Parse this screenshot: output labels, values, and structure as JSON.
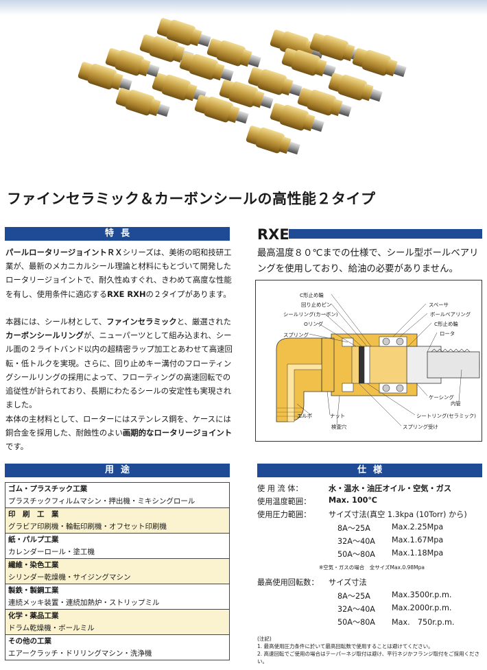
{
  "page": {
    "heading": "ファインセラミック＆カーボンシールの高性能２タイプ"
  },
  "features": {
    "title": "特長",
    "paragraphs": [
      [
        "パールロータリージョイントＲＸ",
        "シリーズは、美術の昭和技研工業が、最新のメカニカルシール理論と材料にもとづいて開発したロータリージョイントで、耐久性ぬすぐれ、きわめて高度な性能を有し、使用条件に適応する",
        "RXE RXH",
        "の２タイプがあります。"
      ],
      [
        "本器には、シール材として、",
        "ファインセラミック",
        "と、厳選された",
        "カーボンシールリング",
        "が、ニューパーツとして組み込まれ、シール面の２ライトバンド以内の超精密ラップ加工とあわせて高速回転・低トルクを実現。さらに、回り止めキー溝付のフローティングシールリングの採用によって、フローティングの高速回転での追従性が計られており、長期にわたるシールの安定性も実現されました。"
      ],
      [
        "本体の主材料として、ローターにはステンレス鋼を、ケースには銅合金を採用した、耐蝕性のよい",
        "画期的なロータリージョイント",
        "です。"
      ]
    ]
  },
  "rxe": {
    "title": "RXE",
    "description": "最高温度８０℃までの仕様で、シール型ボールベアリングを使用しており、給油の必要がありません。",
    "diagram_labels": {
      "c_ring_top": "C形止め輪",
      "anti_rotation_pin": "回り止めピン",
      "seal_ring": "シールリング(カーボン)",
      "o_ring": "Oリング",
      "spring": "スプリング",
      "spacer": "スペーサ",
      "ball_bearing": "ボールベアリング",
      "c_ring_right": "C形止め輪",
      "rotor": "ロータ",
      "inner_pipe": "内管",
      "casing": "ケーシング",
      "seat_ring": "シートリング(セラミック)",
      "spring_seat": "スプリング受け",
      "elbow": "エルボ",
      "nut": "ナット",
      "inspection_hole": "検査穴"
    }
  },
  "uses": {
    "title": "用途",
    "rows": [
      {
        "head": "ゴム・プラスチック工業",
        "sub": "プラスチックフィルムマシン・押出機・ミキシングロール",
        "shaded": false
      },
      {
        "head": "印　刷　工　業",
        "sub": "グラビア印刷機・輪転印刷機・オフセット印刷機",
        "shaded": true
      },
      {
        "head": "紙・パルプ工業",
        "sub": "カレンダーロール・塗工機",
        "shaded": false
      },
      {
        "head": "繊維・染色工業",
        "sub": "シリンダー乾燥機・サイジングマシン",
        "shaded": true
      },
      {
        "head": "製鉄・製鋼工業",
        "sub": "連続メッキ装置・連続加熱炉・ストリップミル",
        "shaded": false
      },
      {
        "head": "化学・薬品工業",
        "sub": "ドラム乾燥機・ボールミル",
        "shaded": true
      },
      {
        "head": "その他の工業",
        "sub": "エアークラッチ・ドリリングマシン・洗浄機",
        "shaded": false
      }
    ]
  },
  "spec": {
    "title": "仕様",
    "fluid_key": "使 用 流 体：",
    "fluid_val": "水・温水・油圧オイル・空気・ガス",
    "temp_key": "使用温度範囲：",
    "temp_val": "Max. 100℃",
    "pressure_key": "使用圧力範囲：",
    "pressure_val": "サイズ寸法(真空 1.3kpa (10Torr) から)",
    "pressure_rows": [
      {
        "size": "8A～25A",
        "value": "Max.2.25Mpa"
      },
      {
        "size": "32A～40A",
        "value": "Max.1.67Mpa"
      },
      {
        "size": "50A～80A",
        "value": "Max.1.18Mpa"
      }
    ],
    "pressure_note": "※空気・ガスの場合　全サイズMax.0.98Mpa",
    "rpm_key": "最高使用回転数：",
    "rpm_val": "サイズ寸法",
    "rpm_rows": [
      {
        "size": "8A～25A",
        "value": "Max.3500r.p.m."
      },
      {
        "size": "32A～40A",
        "value": "Max.2000r.p.m."
      },
      {
        "size": "50A～80A",
        "value": "Max.　750r.p.m."
      }
    ],
    "notes_title": "(注記)",
    "notes": [
      "1. 最高使用圧力条件に於いて最高回転数で使用することは避けてください。",
      "2. 高速回転でご使用の場合はテーパーネジ取付は避け、平行ネジかフランジ取付をご採用ください。"
    ]
  },
  "colors": {
    "bar_blue": "#1e4a96",
    "row_shade": "#fbf3cf",
    "brass": "#c9a54a"
  }
}
